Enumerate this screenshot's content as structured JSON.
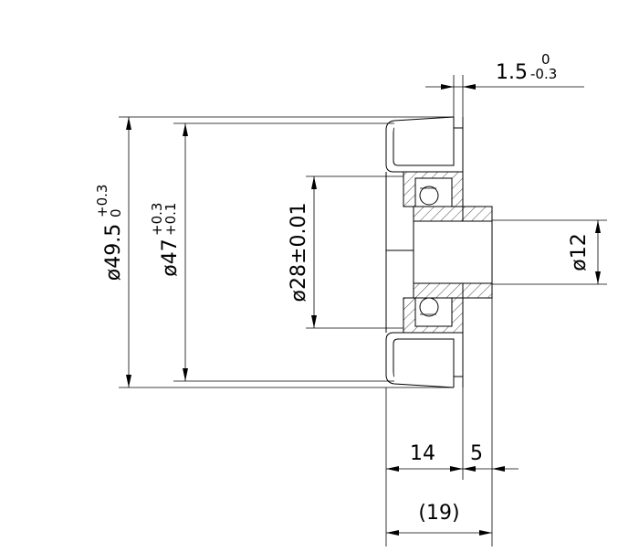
{
  "dimensions": {
    "flange_width": {
      "main": "1.5",
      "upper_tol": "0",
      "lower_tol": "-0.3"
    },
    "outer_diameter": {
      "symbol": "ø",
      "main": "49.5",
      "upper_tol": "+0.3",
      "lower_tol": "0"
    },
    "groove_diameter": {
      "symbol": "ø",
      "main": "47",
      "upper_tol": "+0.3",
      "lower_tol": "+0.1"
    },
    "bearing_diameter": {
      "symbol": "ø",
      "text": "28±0.01"
    },
    "bore_diameter": {
      "symbol": "ø",
      "text": "12"
    },
    "body_width": {
      "text": "14"
    },
    "hub_width": {
      "text": "5"
    },
    "total_width": {
      "text": "(19)"
    }
  }
}
